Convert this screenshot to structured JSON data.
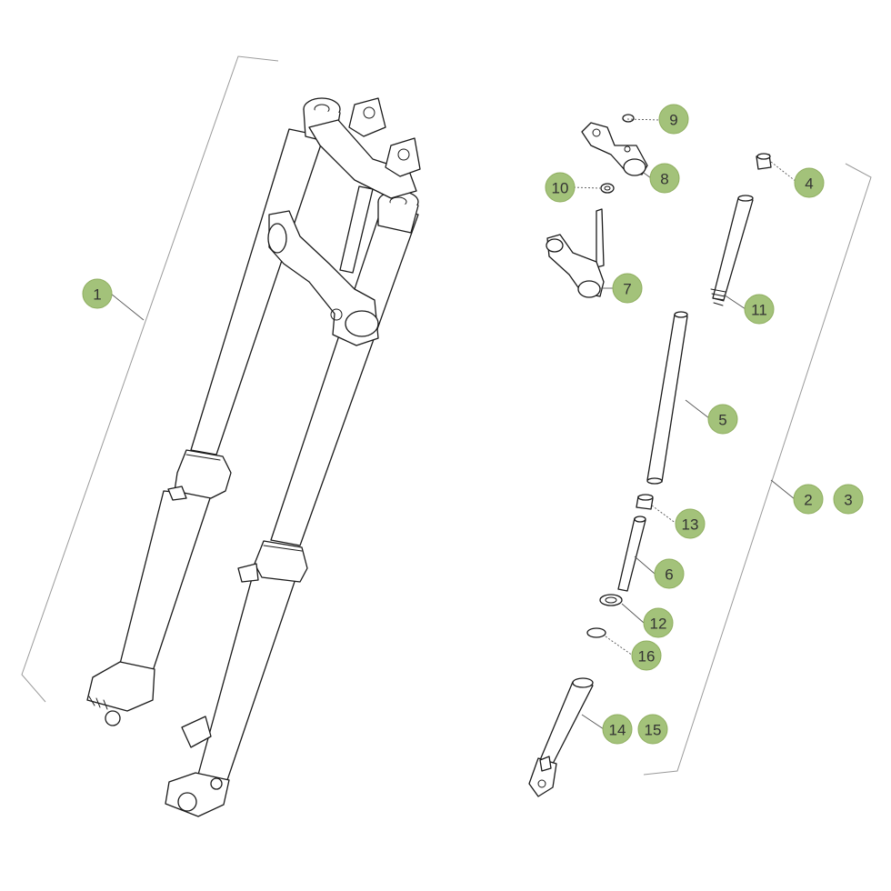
{
  "callout_color": "#a3c27a",
  "callouts": {
    "c1": "1",
    "c2": "2",
    "c3": "3",
    "c4": "4",
    "c5": "5",
    "c6": "6",
    "c7": "7",
    "c8": "8",
    "c9": "9",
    "c10": "10",
    "c11": "11",
    "c12": "12",
    "c13": "13",
    "c14": "14",
    "c15": "15",
    "c16": "16"
  }
}
